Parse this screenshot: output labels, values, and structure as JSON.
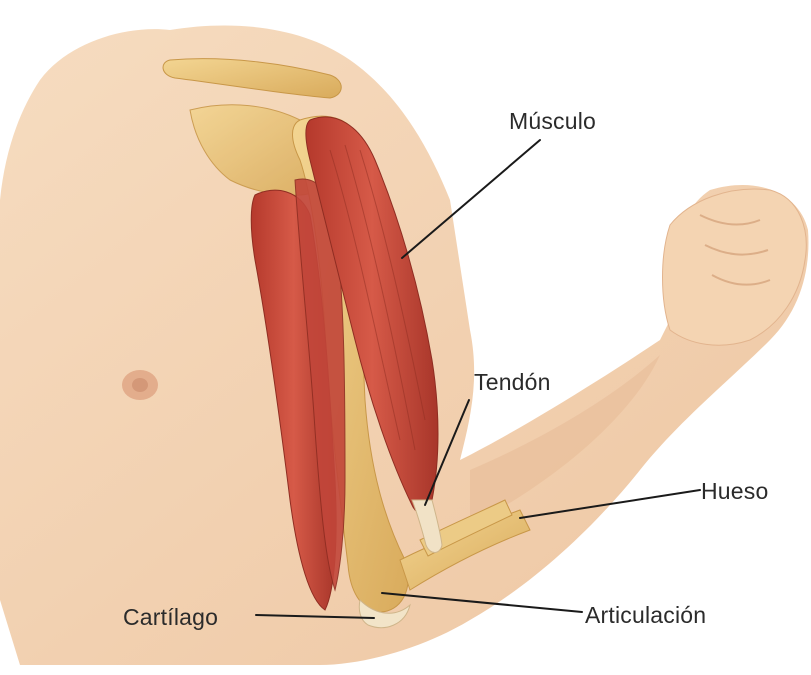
{
  "labels": {
    "muscle": "Músculo",
    "tendon": "Tendón",
    "bone": "Hueso",
    "cartilage": "Cartílago",
    "joint": "Articulación"
  },
  "colors": {
    "skin": "#f2d3b3",
    "skin_shadow": "#e6b995",
    "muscle": "#c94b3c",
    "muscle_dark": "#a8362a",
    "bone": "#e8c27a",
    "tendon": "#efe0c4",
    "leader": "#1a1a1a"
  }
}
